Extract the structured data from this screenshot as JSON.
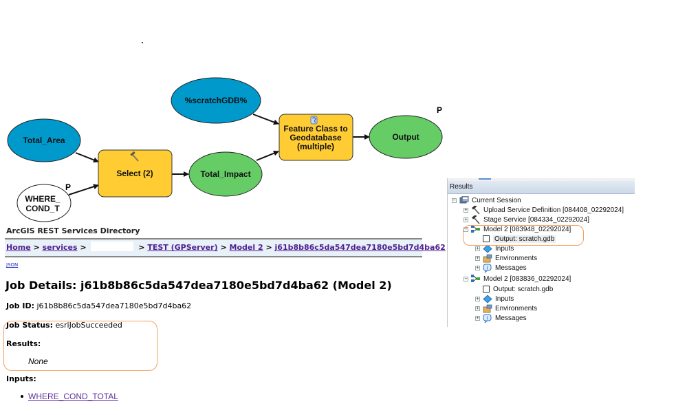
{
  "diagram": {
    "nodes": [
      {
        "id": "total_area",
        "label_lines": [
          "Total_Area"
        ],
        "kind": "input-data",
        "color": "#0099cc"
      },
      {
        "id": "where_cond",
        "label_lines": [
          "WHERE_",
          "COND_T"
        ],
        "kind": "parameter",
        "color": "#ffffff",
        "param_mark": "P"
      },
      {
        "id": "select",
        "label_lines": [
          "Select (2)"
        ],
        "kind": "tool",
        "color": "#ffcc33",
        "icon": "hammer-icon"
      },
      {
        "id": "scratch_gdb",
        "label_lines": [
          "%scratchGDB%"
        ],
        "kind": "input-data",
        "color": "#0099cc"
      },
      {
        "id": "total_impact",
        "label_lines": [
          "Total_Impact"
        ],
        "kind": "derived-data",
        "color": "#66cc66"
      },
      {
        "id": "fc_to_gdb",
        "label_lines": [
          "Feature Class to",
          "Geodatabase",
          "(multiple)"
        ],
        "kind": "tool",
        "color": "#ffcc33",
        "icon": "script-icon"
      },
      {
        "id": "output",
        "label_lines": [
          "Output"
        ],
        "kind": "derived-data",
        "color": "#66cc66",
        "param_mark": "P"
      }
    ]
  },
  "rest": {
    "title": "ArcGIS REST Services Directory",
    "breadcrumb": {
      "home": "Home",
      "services": "services",
      "server": "TEST (GPServer)",
      "model": "Model 2",
      "job": "j61b8b86c5da547dea7180e5bd7d4ba62",
      "sep": ">"
    },
    "json_link": "JSON",
    "heading": "Job Details: j61b8b86c5da547dea7180e5bd7d4ba62 (Model 2)",
    "job_id_label": "Job ID:",
    "job_id": "j61b8b86c5da547dea7180e5bd7d4ba62",
    "job_status_label": "Job Status:",
    "job_status": "esriJobSucceeded",
    "results_label": "Results:",
    "results_value": "None",
    "inputs_label": "Inputs:",
    "inputs": [
      "WHERE_COND_TOTAL"
    ]
  },
  "results_panel": {
    "header": "Results",
    "root": "Current Session",
    "items": [
      {
        "label": "Upload Service Definition [084408_02292024]",
        "icon": "hammer-icon",
        "expander": "+"
      },
      {
        "label": "Stage Service [084334_02292024]",
        "icon": "hammer-icon",
        "expander": "+"
      },
      {
        "label": "Model 2 [083948_02292024]",
        "icon": "model-icon",
        "expander": "-",
        "children": [
          {
            "label": "Output: scratch.gdb",
            "icon": "checkbox"
          },
          {
            "label": "Inputs",
            "icon": "diamond-icon",
            "expander": "+"
          },
          {
            "label": "Environments",
            "icon": "environments-icon",
            "expander": "+"
          },
          {
            "label": "Messages",
            "icon": "info-icon",
            "expander": "+"
          }
        ]
      },
      {
        "label": "Model 2 [083836_02292024]",
        "icon": "model-icon",
        "expander": "-",
        "children": [
          {
            "label": "Output: scratch.gdb",
            "icon": "checkbox"
          },
          {
            "label": "Inputs",
            "icon": "diamond-icon",
            "expander": "+"
          },
          {
            "label": "Environments",
            "icon": "environments-icon",
            "expander": "+"
          },
          {
            "label": "Messages",
            "icon": "info-icon",
            "expander": "+"
          }
        ]
      }
    ]
  },
  "colors": {
    "highlight": "#f2a060",
    "link": "#502090",
    "tool": "#ffcc33",
    "input_data": "#0099cc",
    "derived_data": "#66cc66"
  }
}
